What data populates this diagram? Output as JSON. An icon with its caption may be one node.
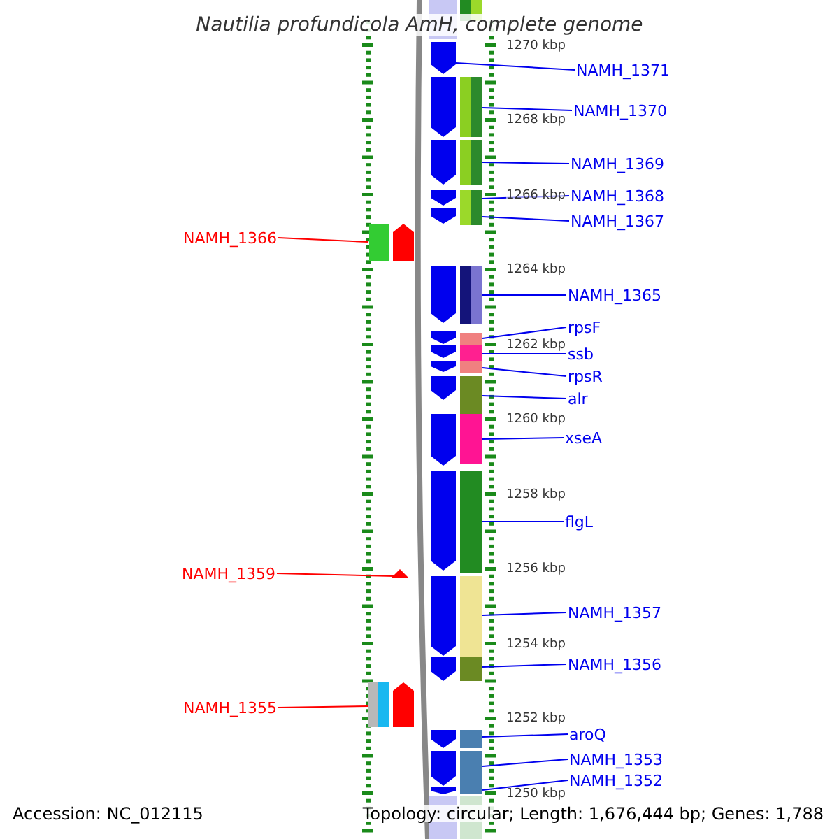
{
  "diagram": {
    "title": "Nautilia profundicola AmH, complete genome",
    "nodes": [
      {
        "text": [
          "NAMH_1371"
        ]
      },
      {
        "text": [
          "NAMH_1370"
        ]
      },
      {
        "text": [
          "NAMH_1369"
        ]
      },
      {
        "text": [
          "NAMH_1368"
        ]
      },
      {
        "text": [
          "NAMH_1367"
        ]
      },
      {
        "text": [
          "NAMH_1366"
        ]
      },
      {
        "text": [
          "NAMH_1365"
        ]
      },
      {
        "text": [
          "rpsF"
        ]
      },
      {
        "text": [
          "ssb"
        ]
      },
      {
        "text": [
          "rpsR"
        ]
      },
      {
        "text": [
          "alr"
        ]
      },
      {
        "text": [
          "xseA"
        ]
      },
      {
        "text": [
          "flgL"
        ]
      },
      {
        "text": [
          "NAMH_1359"
        ]
      },
      {
        "text": [
          "NAMH_1357"
        ]
      },
      {
        "text": [
          "NAMH_1356"
        ]
      },
      {
        "text": [
          "NAMH_1355"
        ]
      },
      {
        "text": [
          "aroQ"
        ]
      },
      {
        "text": [
          "NAMH_1353"
        ]
      },
      {
        "text": [
          "NAMH_1352"
        ]
      },
      {
        "text": [],
        "shape": "arrow"
      },
      {
        "text": [],
        "shape": "bar"
      },
      {
        "text": [],
        "shape": "bar"
      },
      {
        "text": [],
        "shape": "bar"
      },
      {
        "text": [],
        "shape": "bar"
      },
      {
        "text": [],
        "shape": "arrow"
      },
      {
        "text": [],
        "shape": "bar"
      },
      {
        "text": [],
        "shape": "bar"
      },
      {
        "text": [],
        "shape": "bar"
      },
      {
        "text": [],
        "shape": "bar"
      },
      {
        "text": [],
        "shape": "bar"
      },
      {
        "text": [],
        "shape": "bar"
      },
      {
        "text": [],
        "shape": "bar"
      },
      {
        "text": [],
        "shape": "triangle"
      },
      {
        "text": [],
        "shape": "bar"
      },
      {
        "text": [],
        "shape": "bar"
      },
      {
        "text": [],
        "shape": "arrow"
      },
      {
        "text": [],
        "shape": "bar"
      },
      {
        "text": [],
        "shape": "bar"
      },
      {
        "text": [],
        "shape": "bar"
      }
    ],
    "edges": [
      {
        "from": 0,
        "to": 20,
        "arrow": "none"
      },
      {
        "from": 1,
        "to": 21,
        "arrow": "none"
      },
      {
        "from": 2,
        "to": 22,
        "arrow": "none"
      },
      {
        "from": 3,
        "to": 23,
        "arrow": "none"
      },
      {
        "from": 4,
        "to": 24,
        "arrow": "none"
      },
      {
        "from": 5,
        "to": 25,
        "arrow": "none",
        "color": "#ff0000"
      },
      {
        "from": 6,
        "to": 26,
        "arrow": "none"
      },
      {
        "from": 7,
        "to": 27,
        "arrow": "none"
      },
      {
        "from": 8,
        "to": 28,
        "arrow": "none"
      },
      {
        "from": 9,
        "to": 29,
        "arrow": "none"
      },
      {
        "from": 10,
        "to": 30,
        "arrow": "none"
      },
      {
        "from": 11,
        "to": 31,
        "arrow": "none"
      },
      {
        "from": 12,
        "to": 32,
        "arrow": "none"
      },
      {
        "from": 13,
        "to": 33,
        "arrow": "none",
        "color": "#ff0000"
      },
      {
        "from": 14,
        "to": 34,
        "arrow": "none"
      },
      {
        "from": 15,
        "to": 35,
        "arrow": "none"
      },
      {
        "from": 16,
        "to": 36,
        "arrow": "none",
        "color": "#ff0000"
      },
      {
        "from": 17,
        "to": 37,
        "arrow": "none"
      },
      {
        "from": 18,
        "to": 38,
        "arrow": "none"
      },
      {
        "from": 19,
        "to": 39,
        "arrow": "none"
      }
    ],
    "labels": [
      "1270 kbp",
      "1268 kbp",
      "1266 kbp",
      "1264 kbp",
      "1262 kbp",
      "1260 kbp",
      "1258 kbp",
      "1256 kbp",
      "1254 kbp",
      "1252 kbp",
      "1250 kbp",
      "Accession: NC_012115",
      "Topology: circular; Length: 1,676,444 bp; Genes: 1,788"
    ]
  }
}
